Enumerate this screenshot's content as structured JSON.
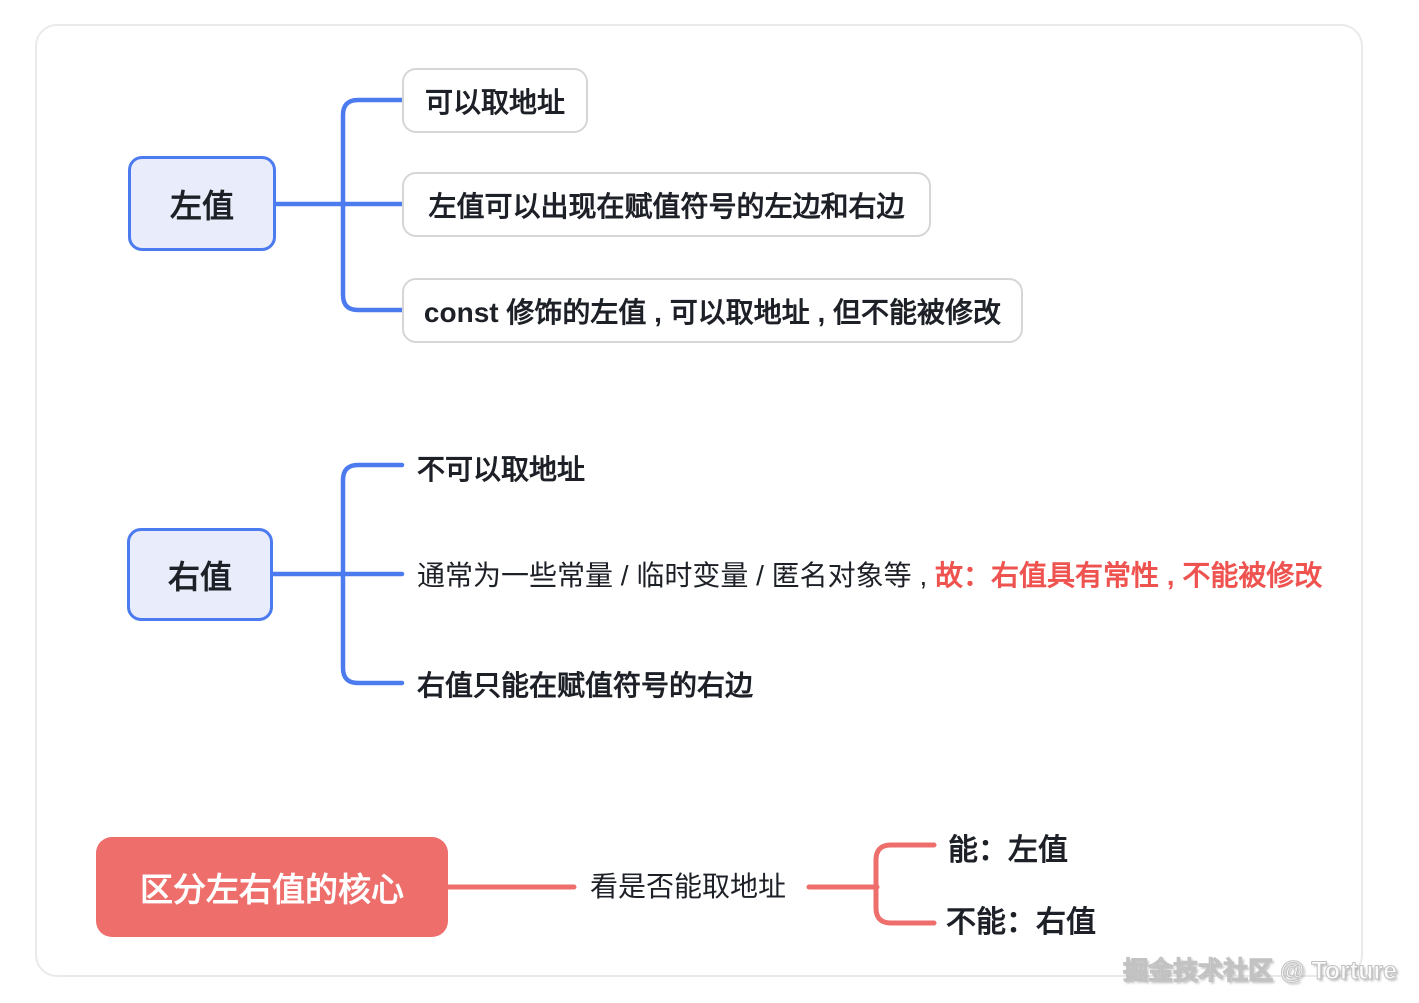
{
  "colors": {
    "blue_line": "#4c7bef",
    "blue_node_fill": "#e9edfb",
    "red_line": "#ed6e6b",
    "red_node_fill": "#ed6e6b",
    "red_text_accent": "#ee5350",
    "text": "#1d2127",
    "card_border": "#eaeaea",
    "child_box_border": "#d6d6d6"
  },
  "lvalue": {
    "label": "左值",
    "children": [
      "可以取地址",
      "左值可以出现在赋值符号的左边和右边",
      "const 修饰的左值 , 可以取地址 , 但不能被修改"
    ]
  },
  "rvalue": {
    "label": "右值",
    "children": [
      {
        "text": "不可以取地址"
      },
      {
        "plain": "通常为一些常量 / 临时变量 / 匿名对象等 ,",
        "red": "故：右值具有常性 , 不能被修改"
      },
      {
        "text": "右值只能在赋值符号的右边"
      }
    ]
  },
  "core": {
    "label": "区分左右值的核心",
    "question": "看是否能取地址",
    "answers": {
      "can": "能：左值",
      "cannot": "不能：右值"
    }
  },
  "watermark": "掘金技术社区 @ Torture"
}
